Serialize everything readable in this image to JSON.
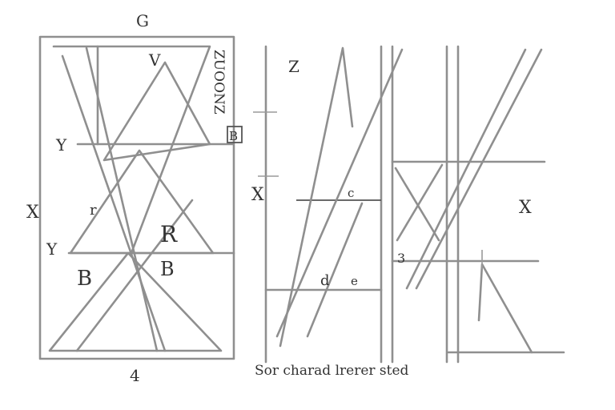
{
  "colors": {
    "stroke": "#8f8f8f",
    "text": "#333333",
    "background": "#ffffff"
  },
  "left_figure": {
    "top_label": "G",
    "bottom_label": "4",
    "side_text_vertical": "ZUOONZ",
    "labels": {
      "apex": "V",
      "upper_left": "Y",
      "box_right": "B",
      "mid_left": "X",
      "small_mark": "r",
      "lower_left": "Y",
      "lower_left_letter": "B",
      "center_right_top": "R",
      "center_right_bottom": "B"
    }
  },
  "right_figure": {
    "top_left_label": "Z",
    "left_label": "X",
    "small_label_a": "c",
    "small_label_b": "d",
    "small_label_c": "e",
    "small_label_d": "3",
    "right_label": "X"
  },
  "caption": "Sor charad lrerer sted"
}
